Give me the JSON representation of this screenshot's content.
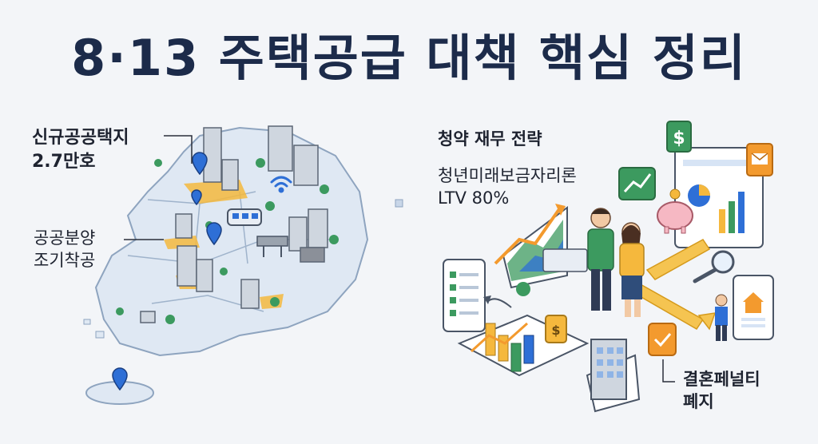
{
  "title": "8·13 주택공급 대책 핵심 정리",
  "left_panel": {
    "label1_line1": "신규공공택지",
    "label1_line2": "2.7만호",
    "label2_line1": "공공분양",
    "label2_line2": "조기착공"
  },
  "right_panel": {
    "heading": "청약 재무 전략",
    "loan_line1": "청년미래보금자리론",
    "loan_line2": "LTV 80%",
    "penalty_line1": "결혼페널티",
    "penalty_line2": "폐지"
  },
  "colors": {
    "title": "#1c2b4a",
    "map_fill": "#dfe8f3",
    "highlight": "#f5b83d",
    "pin": "#2e6fd6",
    "green": "#3c9a5f"
  },
  "icons": [
    "location-pin-icon",
    "wifi-icon",
    "train-icon",
    "dollar-icon",
    "piggy-bank-icon",
    "magnifier-icon",
    "envelope-icon",
    "money-bag-icon",
    "checklist-icon",
    "house-icon",
    "chart-icon"
  ]
}
